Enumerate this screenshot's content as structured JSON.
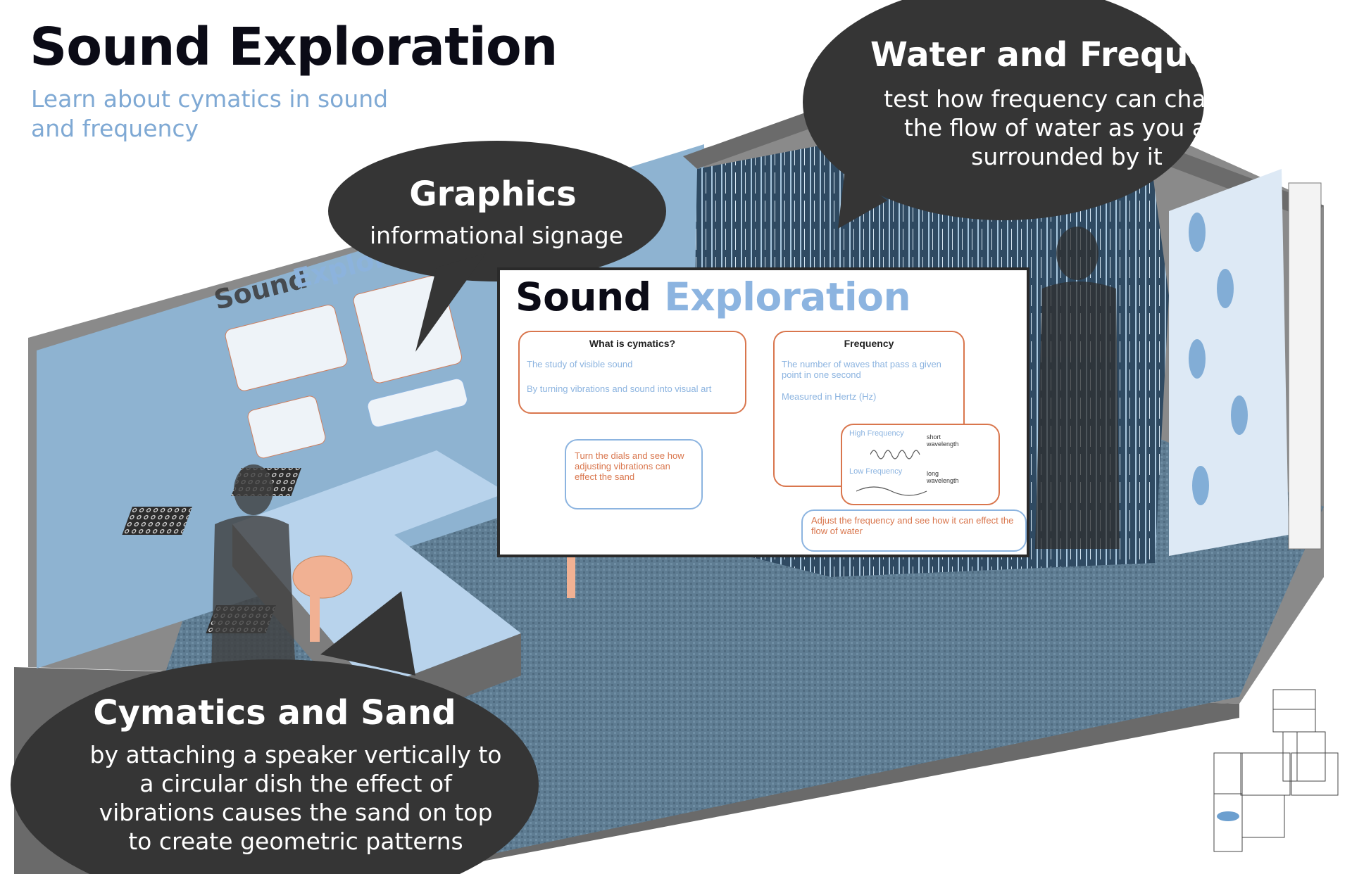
{
  "header": {
    "title": "Sound Exploration",
    "subtitle": "Learn about cymatics in sound and frequency"
  },
  "bubbles": {
    "water_frequency": {
      "title": "Water and Frequency",
      "body": "test how frequency can change the flow of water as you are surrounded by it"
    },
    "graphics": {
      "title": "Graphics",
      "body": "informational signage"
    },
    "cymatics_sand": {
      "title": "Cymatics and Sand",
      "body": "by attaching a speaker vertically to a circular dish the effect of vibrations causes the sand on top to create geometric patterns"
    }
  },
  "signage": {
    "title_word1": "Sound",
    "title_word2": "Exploration",
    "cymatics_card": {
      "heading": "What is cymatics?",
      "line1": "The study of visible sound",
      "line2": "By turning vibrations and sound into visual art"
    },
    "frequency_card": {
      "heading": "Frequency",
      "line1": "The number of waves that pass a given point in one second",
      "line2": "Measured in Hertz (Hz)"
    },
    "wave_card": {
      "high_label": "High Frequency",
      "high_note": "short wavelength",
      "low_label": "Low Frequency",
      "low_note": "long wavelength"
    },
    "dials_card": {
      "text": "Turn the dials and see how adjusting vibrations can effect the sand"
    },
    "adjust_card": {
      "text": "Adjust the frequency and see how it can effect the flow of water"
    }
  },
  "colors": {
    "bubble": "#353535",
    "accent_blue": "#8cb4e0",
    "accent_orange": "#d9764d",
    "title_dark": "#0b0b16"
  }
}
